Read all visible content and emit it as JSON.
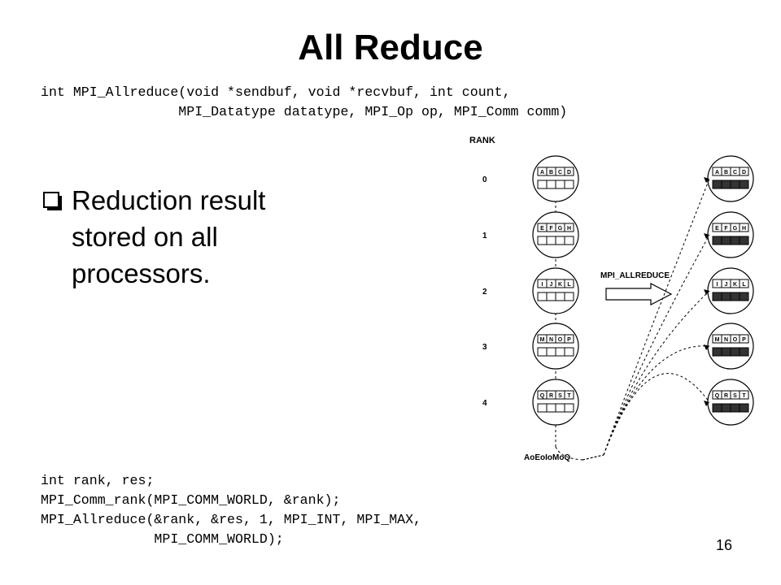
{
  "title": "All Reduce",
  "signature": [
    "int MPI_Allreduce(void *sendbuf, void *recvbuf, int count,",
    "                 MPI_Datatype datatype, MPI_Op op, MPI_Comm comm)"
  ],
  "bullet": {
    "icon": "checkbox-square-icon",
    "text": "Reduction result stored on all processors."
  },
  "diagram": {
    "rank_header": "RANK",
    "op_label": "MPI_ALLREDUCE",
    "result_label": "AoEoIoMoQ",
    "processes": [
      {
        "rank": "0",
        "data": [
          "A",
          "B",
          "C",
          "D"
        ]
      },
      {
        "rank": "1",
        "data": [
          "E",
          "F",
          "G",
          "H"
        ]
      },
      {
        "rank": "2",
        "data": [
          "I",
          "J",
          "K",
          "L"
        ]
      },
      {
        "rank": "3",
        "data": [
          "M",
          "N",
          "O",
          "P"
        ]
      },
      {
        "rank": "4",
        "data": [
          "Q",
          "R",
          "S",
          "T"
        ]
      }
    ],
    "colors": {
      "filled_buffer": "#333333",
      "stroke": "#000000"
    }
  },
  "sample_code": [
    "int rank, res;",
    "MPI_Comm_rank(MPI_COMM_WORLD, &rank);",
    "MPI_Allreduce(&rank, &res, 1, MPI_INT, MPI_MAX,",
    "              MPI_COMM_WORLD);"
  ],
  "page_number": "16"
}
